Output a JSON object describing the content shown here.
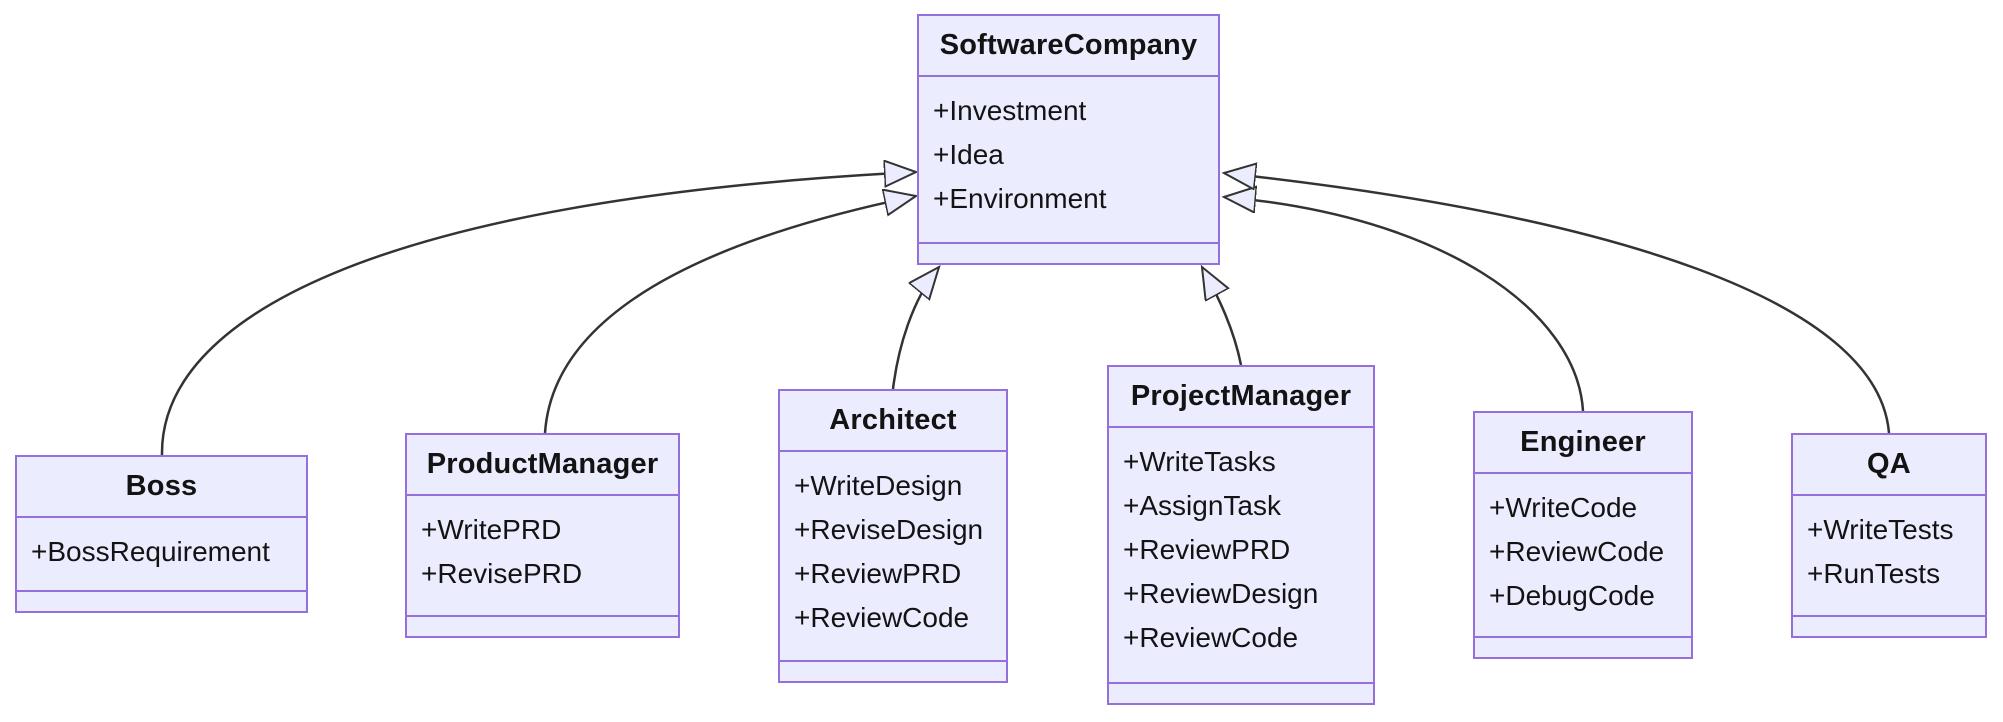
{
  "diagram": {
    "kind": "uml-class-diagram",
    "colors": {
      "box_fill": "#ECECFF",
      "box_border": "#9370DB",
      "arrow_line": "#333333",
      "arrowhead_fill": "#ECECFF",
      "text": "#131313"
    },
    "classes": [
      {
        "name": "SoftwareCompany",
        "members": [
          "+Investment",
          "+Idea",
          "+Environment"
        ]
      },
      {
        "name": "Boss",
        "members": [
          "+BossRequirement"
        ]
      },
      {
        "name": "ProductManager",
        "members": [
          "+WritePRD",
          "+RevisePRD"
        ]
      },
      {
        "name": "Architect",
        "members": [
          "+WriteDesign",
          "+ReviseDesign",
          "+ReviewPRD",
          "+ReviewCode"
        ]
      },
      {
        "name": "ProjectManager",
        "members": [
          "+WriteTasks",
          "+AssignTask",
          "+ReviewPRD",
          "+ReviewDesign",
          "+ReviewCode"
        ]
      },
      {
        "name": "Engineer",
        "members": [
          "+WriteCode",
          "+ReviewCode",
          "+DebugCode"
        ]
      },
      {
        "name": "QA",
        "members": [
          "+WriteTests",
          "+RunTests"
        ]
      }
    ],
    "relations": [
      {
        "from": "Boss",
        "to": "SoftwareCompany",
        "type": "inheritance",
        "arrowhead": "hollow-triangle"
      },
      {
        "from": "ProductManager",
        "to": "SoftwareCompany",
        "type": "inheritance",
        "arrowhead": "hollow-triangle"
      },
      {
        "from": "Architect",
        "to": "SoftwareCompany",
        "type": "inheritance",
        "arrowhead": "hollow-triangle"
      },
      {
        "from": "ProjectManager",
        "to": "SoftwareCompany",
        "type": "inheritance",
        "arrowhead": "hollow-triangle"
      },
      {
        "from": "Engineer",
        "to": "SoftwareCompany",
        "type": "inheritance",
        "arrowhead": "hollow-triangle"
      },
      {
        "from": "QA",
        "to": "SoftwareCompany",
        "type": "inheritance",
        "arrowhead": "hollow-triangle"
      }
    ]
  }
}
